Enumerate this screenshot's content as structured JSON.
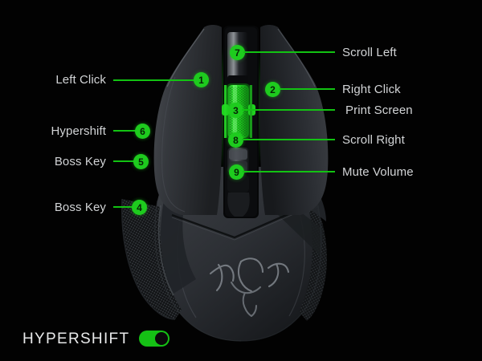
{
  "meta": {
    "background_color": "#000000",
    "accent_color": "#12c312",
    "badge_color": "#1ecb1e",
    "text_color": "#d2d4d6"
  },
  "device": {
    "name": "gaming-mouse",
    "logo": "razer-triple-snake-logo",
    "scroll_wheel_color": "#2bdc2b"
  },
  "callouts": {
    "left": [
      {
        "number": "1",
        "label": "Left Click"
      },
      {
        "number": "6",
        "label": "Hypershift"
      },
      {
        "number": "5",
        "label": "Boss Key"
      },
      {
        "number": "4",
        "label": "Boss Key"
      }
    ],
    "right": [
      {
        "number": "7",
        "label": "Scroll Left"
      },
      {
        "number": "2",
        "label": "Right Click"
      },
      {
        "number": "3",
        "label": "Print Screen"
      },
      {
        "number": "8",
        "label": "Scroll Right"
      },
      {
        "number": "9",
        "label": "Mute Volume"
      }
    ]
  },
  "footer": {
    "hypershift_label": "HYPERSHIFT",
    "toggle_state": "on",
    "toggle_on_color": "#15c115"
  }
}
